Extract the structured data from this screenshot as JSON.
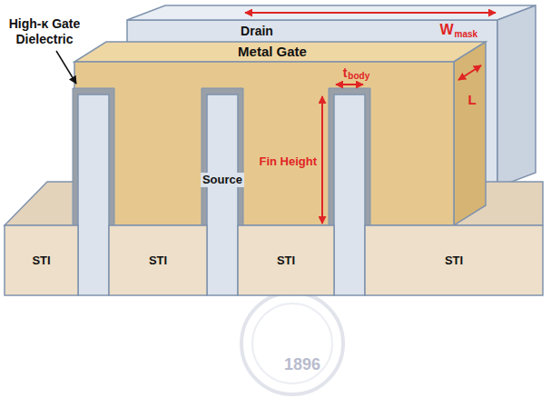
{
  "diagram": {
    "labels": [
      "W",
      "mask",
      "Drain",
      "Metal Gate",
      "High-κ Gate Dielectric",
      "t",
      "body",
      "L",
      "Fin Height",
      "Source",
      "STI",
      "STI",
      "STI",
      "STI",
      "1896"
    ]
  }
}
